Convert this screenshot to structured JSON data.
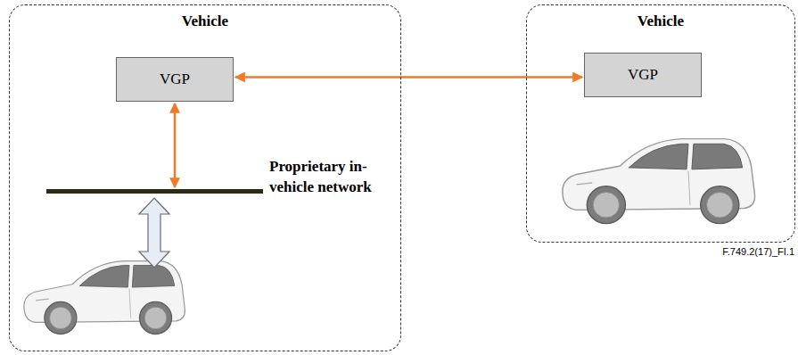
{
  "diagram": {
    "nodes": [
      {
        "text": [
          "Vehicle"
        ]
      },
      {
        "text": [
          "VGP"
        ],
        "in": 0
      },
      {
        "text": [
          "Proprietary in-vehicle network"
        ],
        "in": 0
      },
      {
        "text": [
          "Vehicle"
        ]
      },
      {
        "text": [
          "VGP"
        ],
        "in": 3
      }
    ],
    "edges": [
      {
        "from": 1,
        "to": 4,
        "arrow": "both"
      },
      {
        "from": 1,
        "to": 2,
        "arrow": "both"
      }
    ],
    "labels": [
      "F.749.2(17)_FI.1"
    ]
  }
}
